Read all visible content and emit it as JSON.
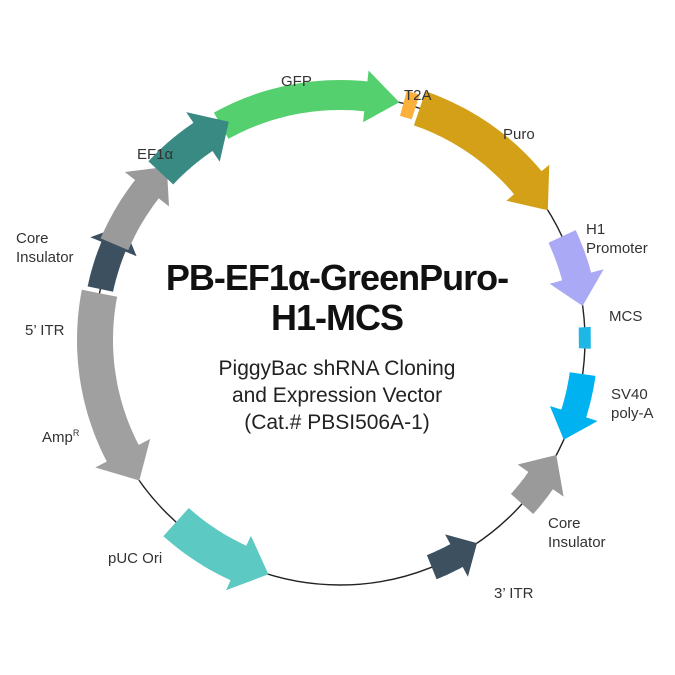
{
  "title": {
    "line1": "PB-EF1α-GreenPuro-",
    "line2": "H1-MCS"
  },
  "subtitle": {
    "line1": "PiggyBac shRNA Cloning",
    "line2": "and Expression Vector",
    "line3": "(Cat.# PBSI506A-1)"
  },
  "features": [
    {
      "id": "gfp",
      "label": "GFP",
      "color": "#55d06e"
    },
    {
      "id": "t2a",
      "label": "T2A",
      "color": "#fbb03b"
    },
    {
      "id": "puro",
      "label": "Puro",
      "color": "#d4a017"
    },
    {
      "id": "h1",
      "label_line1": "H1",
      "label_line2": "Promoter",
      "color": "#a9a9f5"
    },
    {
      "id": "mcs",
      "label": "MCS",
      "color": "#1fb8e6"
    },
    {
      "id": "sv40",
      "label_line1": "SV40",
      "label_line2": "poly-A",
      "color": "#00b3f0"
    },
    {
      "id": "core-ins-right",
      "label_line1": "Core",
      "label_line2": "Insulator",
      "color": "#9a9a9a"
    },
    {
      "id": "itr3",
      "label": "3’ ITR",
      "color": "#3c5060"
    },
    {
      "id": "puc",
      "label": "pUC Ori",
      "color": "#5cc9c2"
    },
    {
      "id": "amp",
      "label": "Amp",
      "label_sup": "R",
      "color": "#a0a0a0"
    },
    {
      "id": "itr5",
      "label": "5’ ITR",
      "color": "#3c5060"
    },
    {
      "id": "core-ins-left",
      "label_line1": "Core",
      "label_line2": "Insulator",
      "color": "#9a9a9a"
    },
    {
      "id": "ef1a",
      "label": "EF1α",
      "color": "#3a8a84"
    }
  ]
}
